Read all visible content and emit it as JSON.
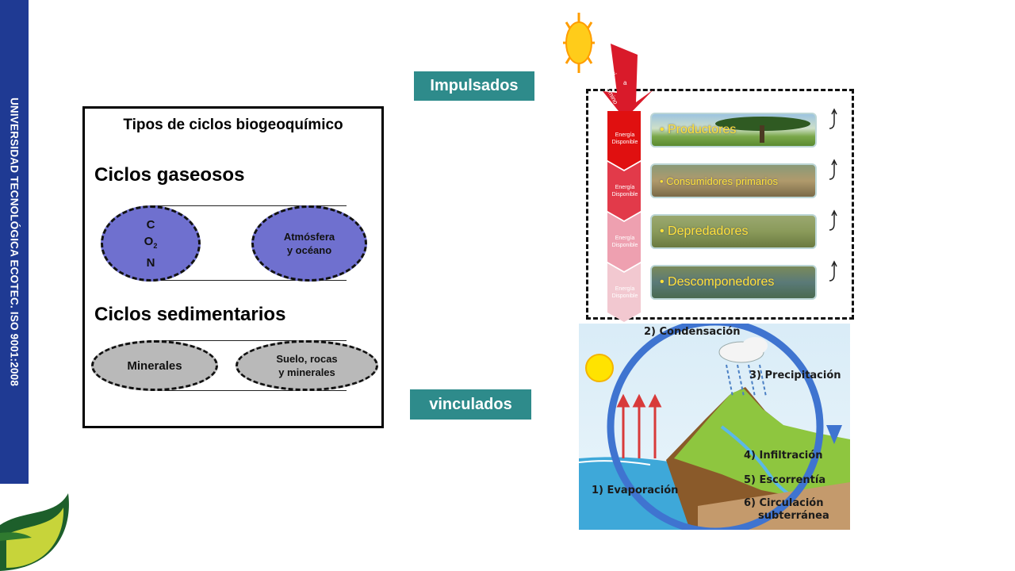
{
  "banner": {
    "text": "UNIVERSIDAD TECNOLÓGICA ECOTEC. ISO 9001:2008"
  },
  "types_box": {
    "title": "Tipos de ciclos biogeoquímico",
    "gaseous_heading": "Ciclos gaseosos",
    "sedimentary_heading": "Ciclos sedimentarios",
    "gas_left": {
      "line1": "C",
      "line2_main": "O",
      "line2_sub": "2",
      "line3": "N"
    },
    "gas_right": {
      "line1": "Atmósfera",
      "line2": "y océano"
    },
    "sed_left": "Minerales",
    "sed_right": {
      "line1": "Suelo, rocas",
      "line2": "y minerales"
    }
  },
  "tags": {
    "impulsados": "Impulsados",
    "vinculados": "vinculados"
  },
  "energy_arrow": {
    "line1": "Energí",
    "line2": "a",
    "line3": "lumino"
  },
  "trophic": {
    "side_label": "Energía Disponible",
    "rows": [
      {
        "label": "• Productores"
      },
      {
        "label": "• Consumidores primarios"
      },
      {
        "label": "• Depredadores"
      },
      {
        "label": "• Descomponedores"
      }
    ]
  },
  "water_cycle": {
    "condensation": "2) Condensación",
    "precipitation": "3) Precipitación",
    "infiltration": "4) Infiltración",
    "runoff": "5) Escorrentía",
    "evaporation": "1) Evaporación",
    "groundwater_line1": "6) Circulación",
    "groundwater_line2": "subterránea"
  },
  "colors": {
    "banner": "#1f3a93",
    "tag": "#2e8b8b",
    "ellipse_purple": "#6f70cf",
    "ellipse_grey": "#b9b9b9",
    "pyramid_red": "#e01010"
  }
}
